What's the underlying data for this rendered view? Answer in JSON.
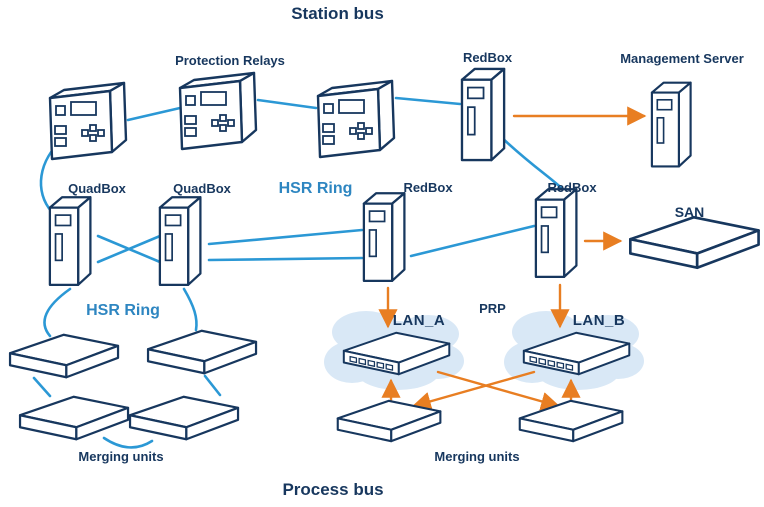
{
  "titles": {
    "station_bus": "Station bus",
    "process_bus": "Process bus"
  },
  "labels": {
    "protection_relays": "Protection Relays",
    "redbox_top": "RedBox",
    "management_server": "Management Server",
    "quadbox_left": "QuadBox",
    "quadbox_right": "QuadBox",
    "hsr_ring_top": "HSR Ring",
    "redbox_mid_left": "RedBox",
    "redbox_mid_right": "RedBox",
    "san": "SAN",
    "hsr_ring_bottom": "HSR Ring",
    "lan_a": "LAN_A",
    "prp": "PRP",
    "lan_b": "LAN_B",
    "merging_units_left": "Merging units",
    "merging_units_right": "Merging units"
  },
  "colors": {
    "device_outline_navy": "#17375E",
    "ring_label_blue": "#2E86C1",
    "link_blue": "#2B98D5",
    "arrow_orange": "#E87E22",
    "cloud_fill": "#D9E8F6",
    "background": "#FFFFFF"
  },
  "icons": {
    "relay_box": "3d protection-relay box with front panel",
    "server_tower": "3d server/redbox tower",
    "flat_switch": "3d flat switch / merging unit slab",
    "lan_switch": "3d switch with front ports inside cloud",
    "cloud": "light-blue network cloud"
  }
}
